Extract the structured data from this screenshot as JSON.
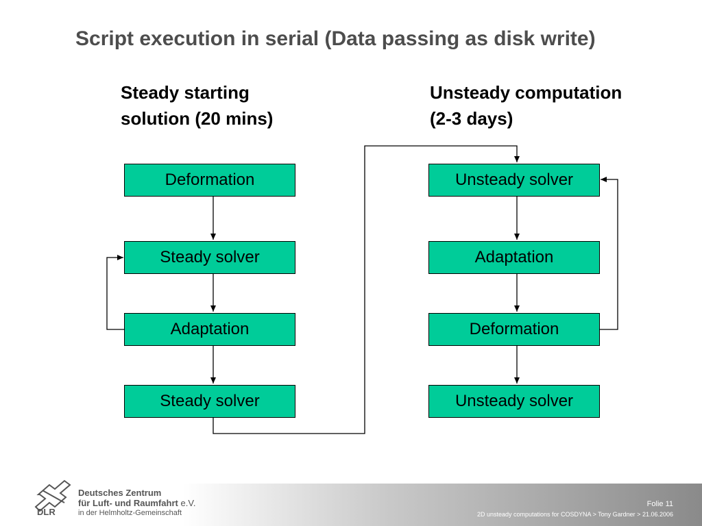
{
  "title": "Script execution in serial (Data passing as disk write)",
  "columns": {
    "left": {
      "heading_line1": "Steady starting",
      "heading_line2": "solution (20 mins)",
      "steps": [
        "Deformation",
        "Steady solver",
        "Adaptation",
        "Steady solver"
      ]
    },
    "right": {
      "heading_line1": "Unsteady computation",
      "heading_line2": "(2-3 days)",
      "steps": [
        "Unsteady solver",
        "Adaptation",
        "Deformation",
        "Unsteady solver"
      ]
    }
  },
  "colors": {
    "box_fill": "#00cc99",
    "title_text": "#4d4d4d",
    "connector": "#000000"
  },
  "footer": {
    "org_line1": "Deutsches Zentrum",
    "org_line2": "für Luft- und Raumfahrt",
    "org_line2_suffix": "e.V.",
    "org_line3": "in der Helmholtz-Gemeinschaft",
    "logo_text": "DLR",
    "slide_label": "Folie 11",
    "footnote": "2D unsteady computations for COSDYNA > Tony Gardner  > 21.06.2006"
  }
}
